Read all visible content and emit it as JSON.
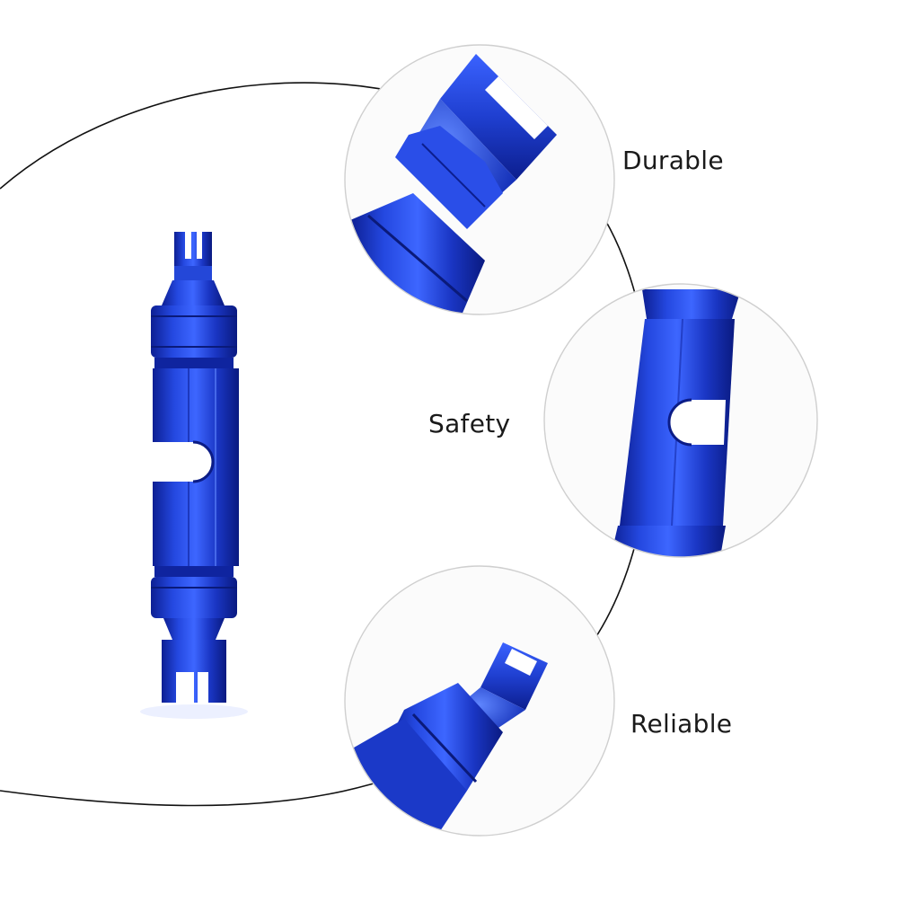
{
  "features": {
    "durable": "Durable",
    "safety": "Safety",
    "reliable": "Reliable"
  },
  "colors": {
    "tool_blue": "#1f3fd0",
    "tool_blue_dark": "#0c1e8e",
    "tool_blue_light": "#4c78ff",
    "arc_line": "#111111",
    "circle_border": "#d6d6d6"
  },
  "product": {
    "subject": "blue aluminium double-ended valve core removal tool"
  }
}
